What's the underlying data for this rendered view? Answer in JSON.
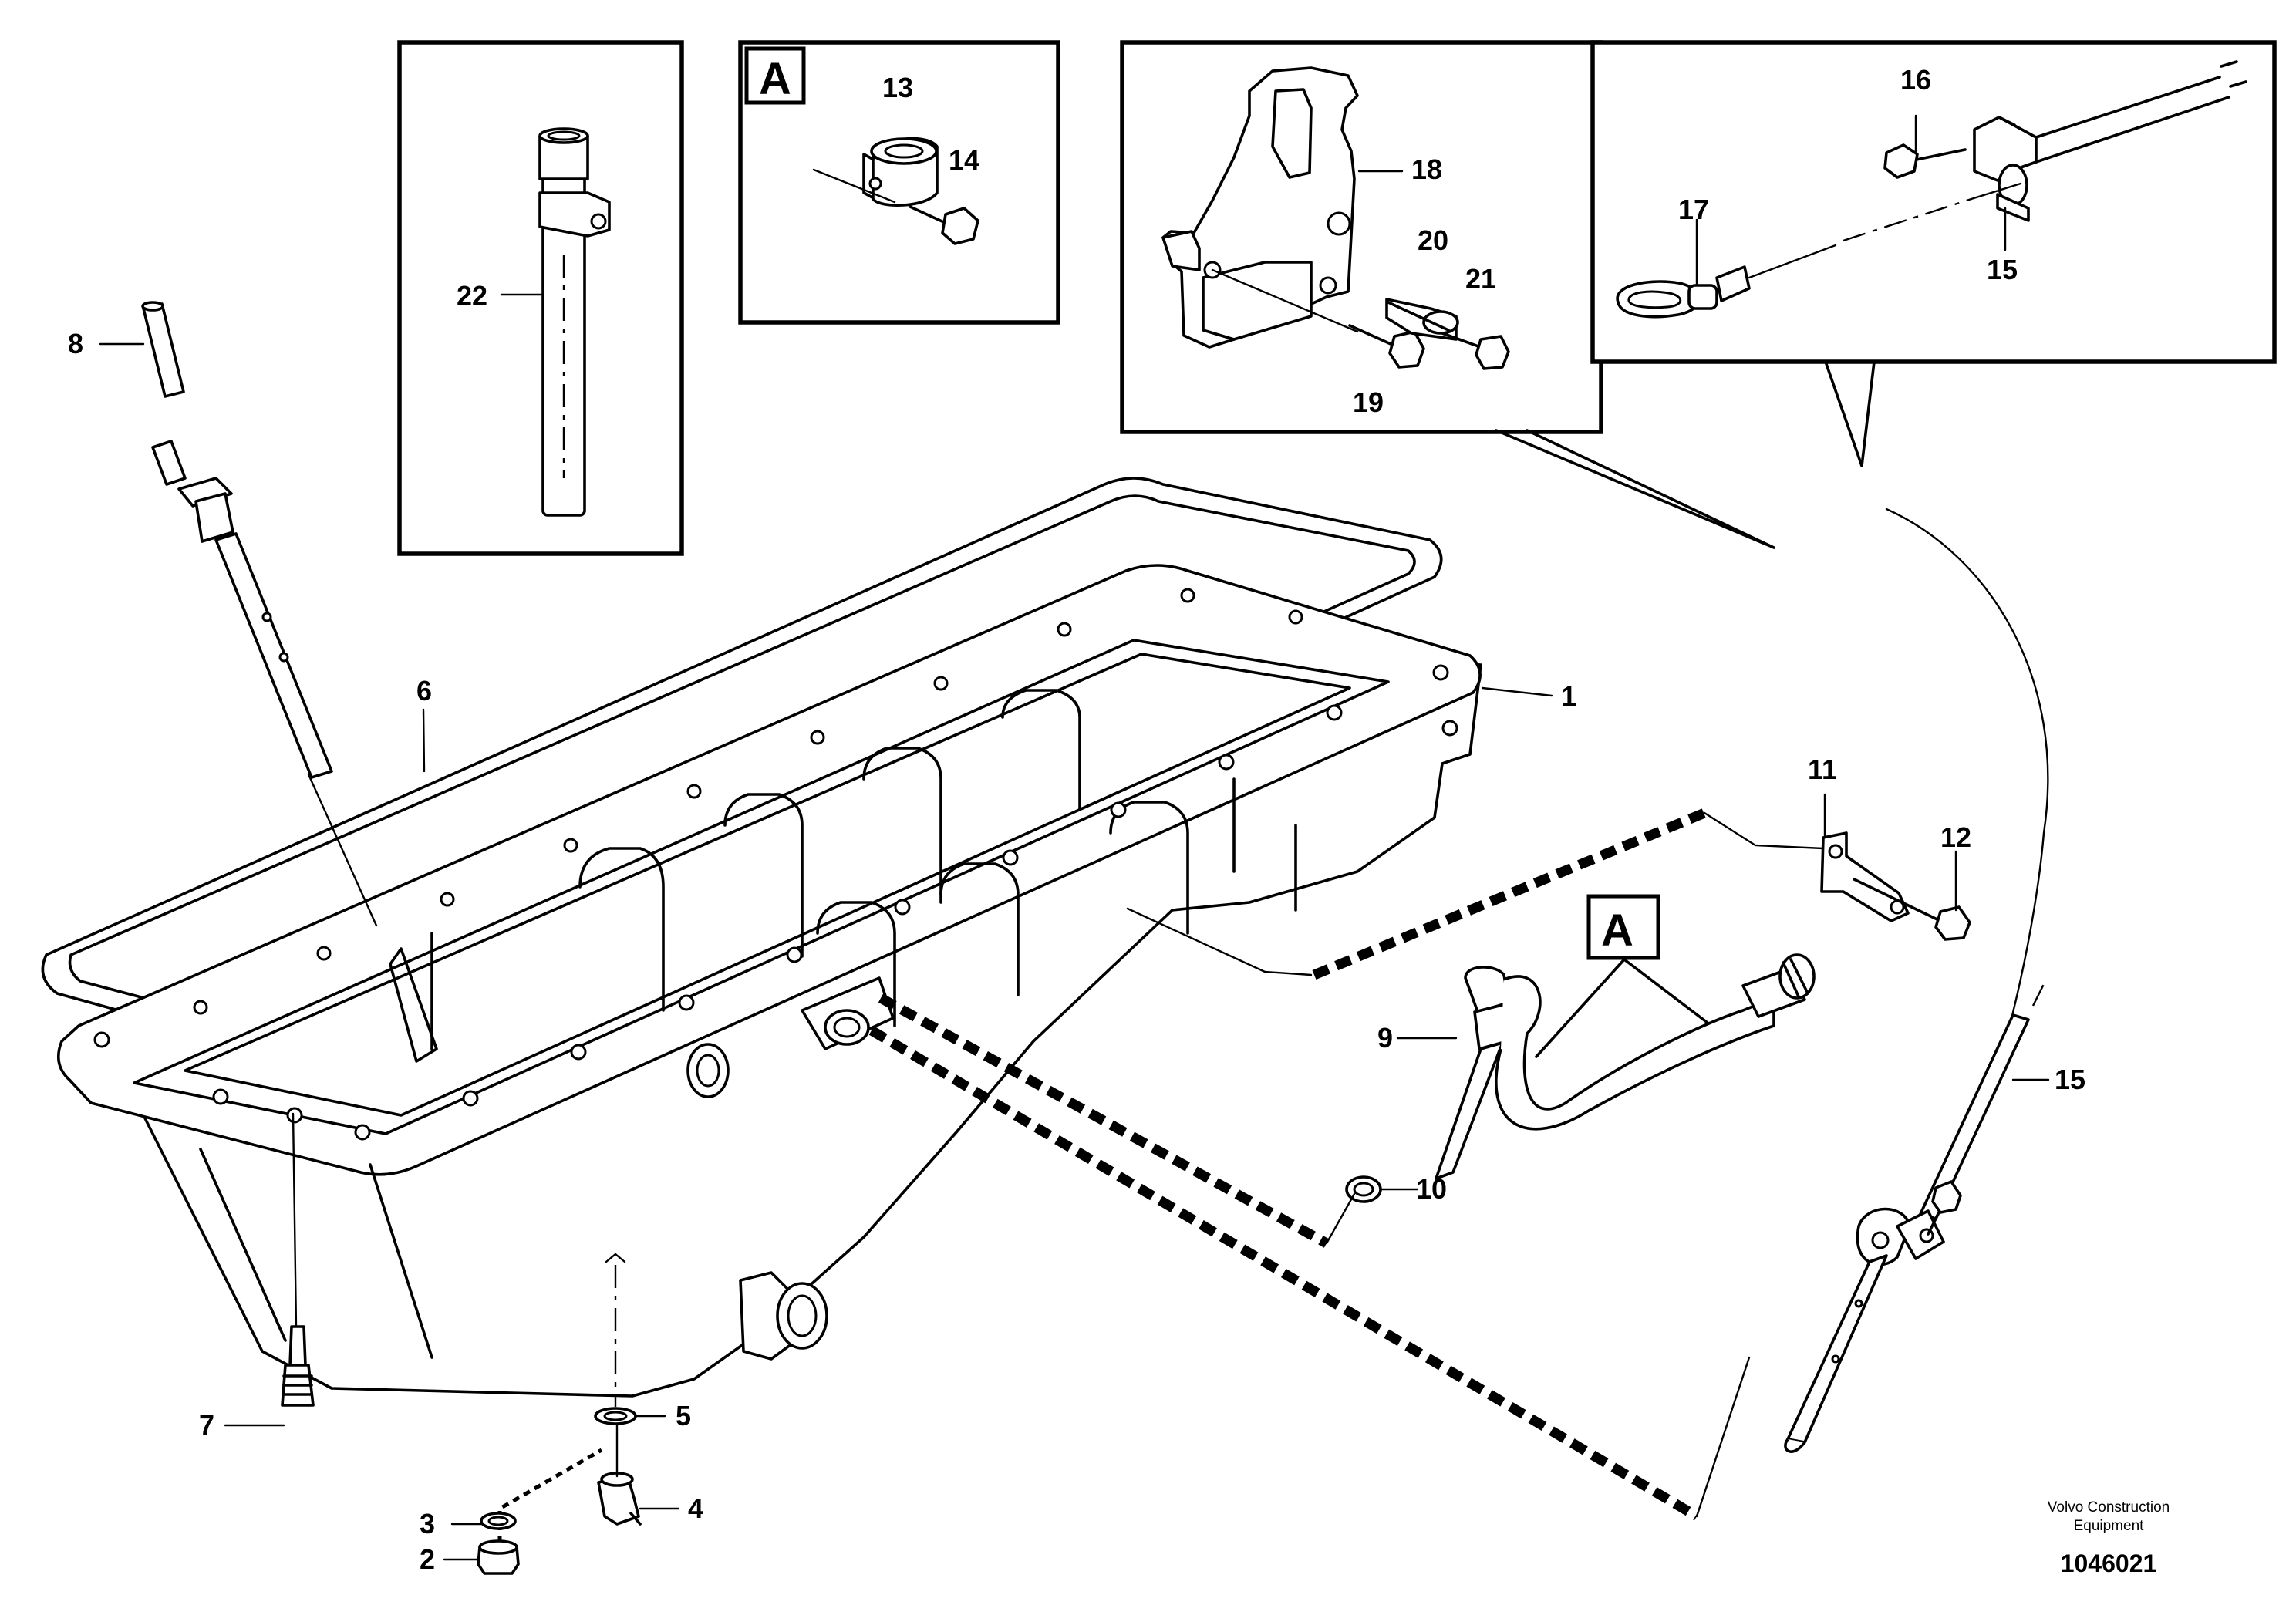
{
  "parts": {
    "p1": "1",
    "p2": "2",
    "p3": "3",
    "p4": "4",
    "p5": "5",
    "p6": "6",
    "p7": "7",
    "p8": "8",
    "p9": "9",
    "p10": "10",
    "p11": "11",
    "p12": "12",
    "p13": "13",
    "p14": "14",
    "p15a": "15",
    "p15b": "15",
    "p16": "16",
    "p17": "17",
    "p18": "18",
    "p19": "19",
    "p20": "20",
    "p21": "21",
    "p22": "22"
  },
  "detail_tag": {
    "inset": "A",
    "main": "A"
  },
  "footer": {
    "brand_line1": "Volvo Construction",
    "brand_line2": "Equipment",
    "drawing_number": "1046021"
  }
}
